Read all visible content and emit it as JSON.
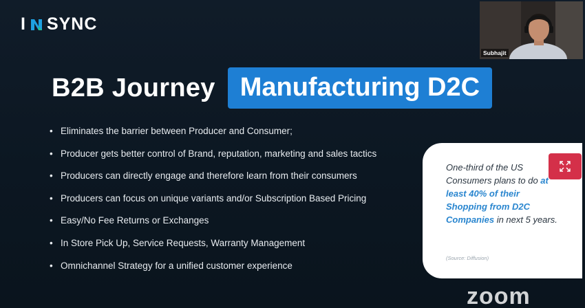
{
  "app": {
    "brand_left": "I",
    "brand_right": "SYNC",
    "watermark": "zoom"
  },
  "slide": {
    "title_plain": "B2B Journey",
    "title_highlight": "Manufacturing D2C",
    "bullets": [
      "Eliminates the barrier between Producer and Consumer;",
      "Producer gets better control of Brand, reputation, marketing and sales tactics",
      "Producers can directly engage and therefore learn from their consumers",
      "Producers can focus on unique variants and/or Subscription Based Pricing",
      "Easy/No Fee Returns or Exchanges",
      "In Store Pick Up, Service Requests, Warranty Management",
      "Omnichannel Strategy for a unified customer experience"
    ],
    "stat": {
      "lead": "One-third of the US Consumers plans to do ",
      "highlight": "at least 40% of their Shopping from D2C Companies",
      "tail": " in next 5 years.",
      "source": "(Source: Diffusion)"
    }
  },
  "participant": {
    "name": "Subhajit"
  },
  "colors": {
    "badge": "#1e7fd4",
    "highlight_text": "#2a86cf",
    "expand_button": "#d43049",
    "background": "#0c1722"
  },
  "icons": {
    "expand": "expand-arrows-icon",
    "logo": "insync-logo-mark"
  }
}
